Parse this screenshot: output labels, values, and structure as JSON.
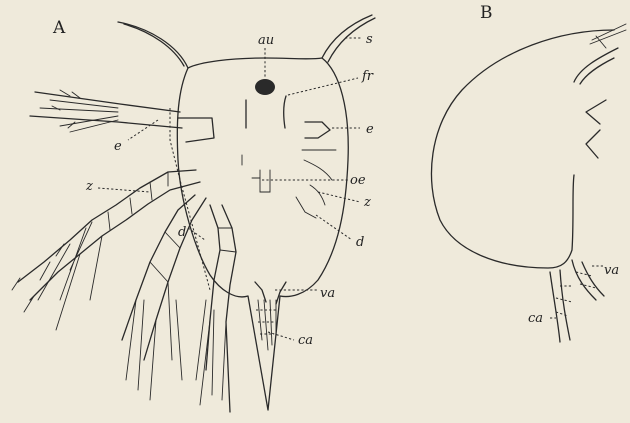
{
  "panels": {
    "a": "A",
    "b": "B"
  },
  "labels": {
    "au": "au",
    "s": "s",
    "fr": "fr",
    "e_right": "e",
    "e_left": "e",
    "oe": "oe",
    "z_right": "z",
    "z_left": "z",
    "d_right": "d",
    "d_left": "d",
    "va_a": "va",
    "ca_a": "ca",
    "va_b": "va",
    "ca_b": "ca"
  }
}
